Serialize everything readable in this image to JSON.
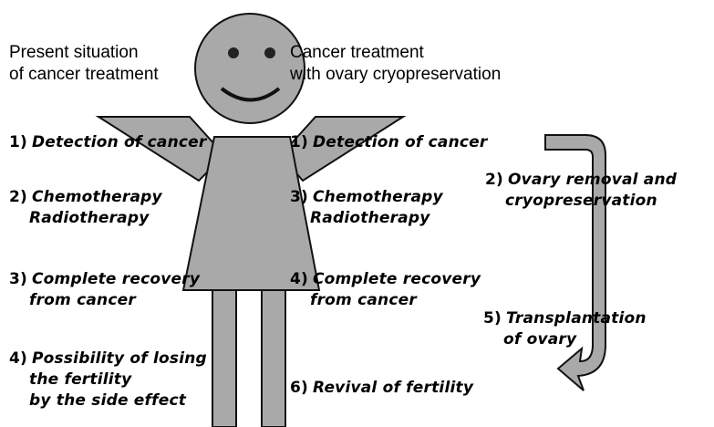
{
  "headings": {
    "left": [
      "Present situation",
      "of cancer treatment"
    ],
    "right": [
      "Cancer treatment",
      "with ovary cryopreservation"
    ]
  },
  "left_steps": [
    {
      "num": "1)",
      "lines": [
        "Detection of cancer"
      ]
    },
    {
      "num": "2)",
      "lines": [
        "Chemotherapy",
        "Radiotherapy"
      ]
    },
    {
      "num": "3)",
      "lines": [
        "Complete recovery",
        "from cancer"
      ]
    },
    {
      "num": "4)",
      "lines": [
        "Possibility of losing",
        "the fertility",
        "by the side effect"
      ]
    }
  ],
  "right_steps": [
    {
      "num": "1)",
      "lines": [
        "Detection of cancer"
      ]
    },
    {
      "num": "3)",
      "lines": [
        "Chemotherapy",
        "Radiotherapy"
      ]
    },
    {
      "num": "4)",
      "lines": [
        "Complete recovery",
        "from cancer"
      ]
    },
    {
      "num": "6)",
      "lines": [
        "Revival of fertility"
      ]
    }
  ],
  "side_steps": [
    {
      "num": "2)",
      "lines": [
        "Ovary removal and",
        "cryopreservation"
      ]
    },
    {
      "num": "5)",
      "lines": [
        "Transplantation",
        "of ovary"
      ]
    }
  ],
  "colors": {
    "figure_fill": "#a9a9a9",
    "outline": "#111111",
    "text": "#000000"
  }
}
